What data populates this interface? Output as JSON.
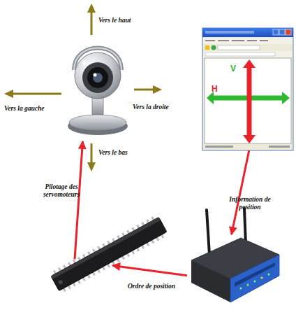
{
  "diagram": {
    "nodes": [
      {
        "text": []
      },
      {
        "text": [
          "V",
          "H"
        ]
      },
      {
        "text": []
      },
      {
        "text": []
      }
    ],
    "edges": [
      {
        "from": 1,
        "to": 3,
        "arrow": "to",
        "label": "Information de position"
      },
      {
        "from": 3,
        "to": 2,
        "arrow": "to",
        "label": "Ordre de position"
      },
      {
        "from": 2,
        "to": 0,
        "arrow": "to",
        "label": "Pilotage des servomoteurs"
      }
    ],
    "labels": [
      "Vers le haut",
      "Vers la gauche",
      "Vers la droite",
      "Vers le bas"
    ]
  }
}
